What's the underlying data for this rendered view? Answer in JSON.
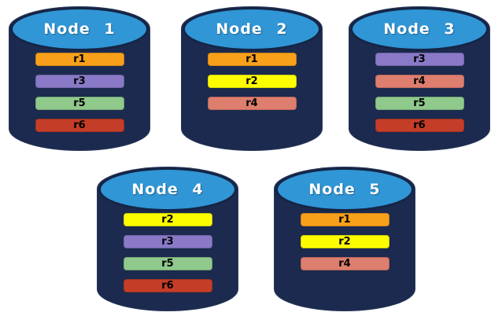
{
  "diagram": {
    "background": "#ffffff",
    "cylinder_body_color": "#1b2a4e",
    "cylinder_top_color": "#3096d6",
    "title_text_color": "#ffffff",
    "bar_text_color": "#000000"
  },
  "replica_palette": {
    "r1": "#f9a01b",
    "r2": "#fdfd00",
    "r3": "#8979c7",
    "r4": "#de7e6e",
    "r5": "#8fc98c",
    "r6": "#c43d28"
  },
  "nodes": [
    {
      "title": "Node 1",
      "replicas": [
        {
          "label": "r1",
          "color": "#f9a01b"
        },
        {
          "label": "r3",
          "color": "#8979c7"
        },
        {
          "label": "r5",
          "color": "#8fc98c"
        },
        {
          "label": "r6",
          "color": "#c43d28"
        }
      ]
    },
    {
      "title": "Node 2",
      "replicas": [
        {
          "label": "r1",
          "color": "#f9a01b"
        },
        {
          "label": "r2",
          "color": "#fdfd00"
        },
        {
          "label": "r4",
          "color": "#de7e6e"
        }
      ]
    },
    {
      "title": "Node 3",
      "replicas": [
        {
          "label": "r3",
          "color": "#8979c7"
        },
        {
          "label": "r4",
          "color": "#de7e6e"
        },
        {
          "label": "r5",
          "color": "#8fc98c"
        },
        {
          "label": "r6",
          "color": "#c43d28"
        }
      ]
    },
    {
      "title": "Node 4",
      "replicas": [
        {
          "label": "r2",
          "color": "#fdfd00"
        },
        {
          "label": "r3",
          "color": "#8979c7"
        },
        {
          "label": "r5",
          "color": "#8fc98c"
        },
        {
          "label": "r6",
          "color": "#c43d28"
        }
      ]
    },
    {
      "title": "Node 5",
      "replicas": [
        {
          "label": "r1",
          "color": "#f9a01b"
        },
        {
          "label": "r2",
          "color": "#fdfd00"
        },
        {
          "label": "r4",
          "color": "#de7e6e"
        }
      ]
    }
  ]
}
